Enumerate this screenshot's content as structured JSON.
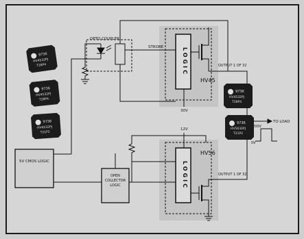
{
  "diagram": {
    "opto_coupler_label": "OPTO COUPLER",
    "strobe_label": "STROBE",
    "hv45": {
      "logic_label": "LOGIC",
      "part_label": "HV45",
      "output_label": "OUTPUT 1 OF 32",
      "supply_label": "30V"
    },
    "hv56": {
      "logic_label": "LOGIC",
      "part_label": "HV56",
      "output_label": "OUTPUT 1 OF 32",
      "supply_label": "12V"
    },
    "cmos_logic_label": "5V CMOS LOGIC",
    "open_collector_label": "OPEN COLLECTOR LOGIC",
    "to_load_label": "TO LOAD",
    "pulse_high_label": "200V",
    "pulse_low_label": "0V",
    "chips": [
      {
        "line1": "9736",
        "line2": "HV4532PJ",
        "line3": "T28P4"
      },
      {
        "line1": "9736",
        "line2": "HV4532PJ",
        "line3": "T28P4"
      },
      {
        "line1": "9736",
        "line2": "HV4532PJ",
        "line3": "T21P2"
      },
      {
        "line1": "9736",
        "line2": "HV4532PJ",
        "line3": "T28P4"
      },
      {
        "line1": "9736",
        "line2": "HV5632PJ",
        "line3": "T21P2"
      }
    ]
  },
  "colors": {
    "line": "#111111",
    "background": "#d6d6d6",
    "chip": "#1c1c1c",
    "module": "#c2c2c2"
  }
}
